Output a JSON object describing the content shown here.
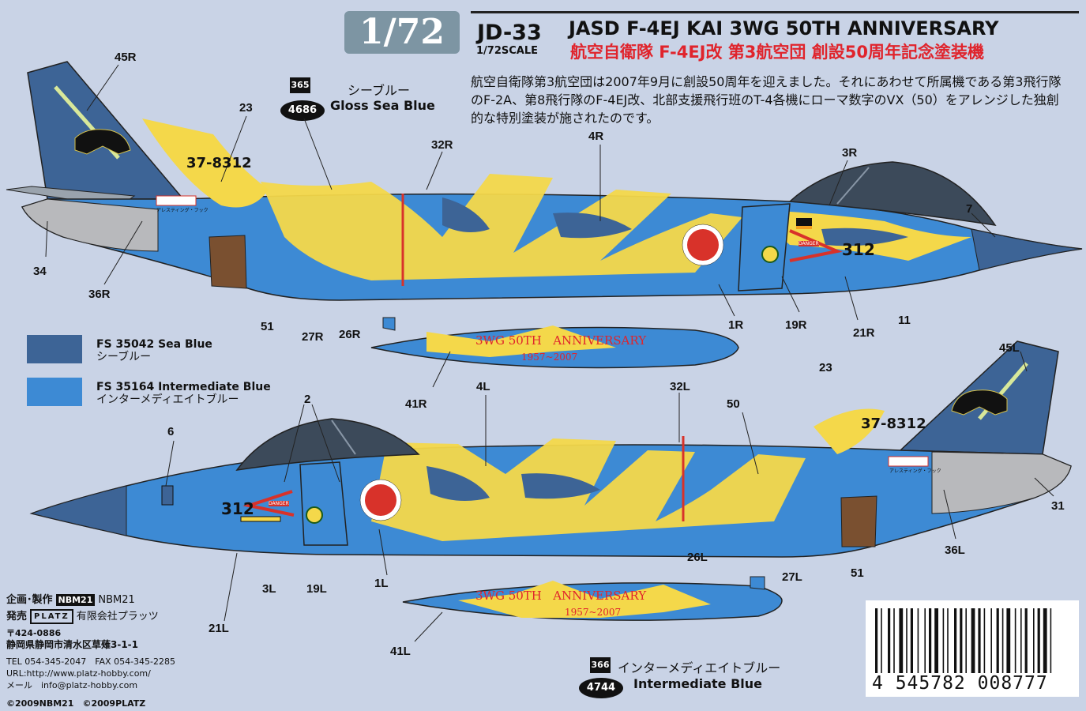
{
  "header": {
    "scale_badge": "1/72",
    "code": "JD-33",
    "code_scale": "1/72SCALE",
    "title_en": "JASD F-4EJ KAI 3WG 50TH ANNIVERSARY",
    "title_jp": "航空自衛隊 F-4EJ改 第3航空団 創設50周年記念塗装機"
  },
  "description": "航空自衛隊第3航空団は2007年9月に創設50周年を迎えました。それにあわせて所属機である第3飛行隊のF-2A、第8飛行隊のF-4EJ改、北部支援飛行班のT-4各機にローマ数字のVX（50）をアレンジした独創的な特別塗装が施されたのです。",
  "paints": {
    "top": {
      "num": "365",
      "code": "4686",
      "name_jp": "シーブルー",
      "name_en": "Gloss Sea Blue"
    },
    "bottom": {
      "num": "366",
      "code": "4744",
      "name_jp": "インターメディエイトブルー",
      "name_en": "Intermediate Blue"
    }
  },
  "swatches": [
    {
      "fs": "FS 35042  Sea Blue",
      "jp": "シーブルー",
      "color": "#3d6496"
    },
    {
      "fs": "FS 35164 Intermediate Blue",
      "jp": "インターメディエイトブルー",
      "color": "#3d8ad4"
    }
  ],
  "colors": {
    "sea_blue": "#3d6496",
    "intermediate_blue": "#3d8ad4",
    "yellow": "#f4d84a",
    "hinomaru": "#d8322a",
    "nose_gray": "#b8b9bc",
    "anniv_red": "#e0242c"
  },
  "aircraft_markings": {
    "serial": "37-8312",
    "nose_number": "312",
    "tank_text_1": "3WG 50TH   ANNIVERSARY",
    "tank_text_2": "1957~2007",
    "danger": "DANGER",
    "arresting": "アレスティング・フック"
  },
  "callouts_right": [
    "45R",
    "23",
    "32R",
    "4R",
    "3R",
    "7",
    "34",
    "36R",
    "51",
    "27R",
    "26R",
    "1R",
    "19R",
    "21R",
    "11",
    "41R"
  ],
  "callouts_left": [
    "45L",
    "23",
    "50",
    "4L",
    "32L",
    "2",
    "6",
    "31",
    "36L",
    "26L",
    "27L",
    "51",
    "3L",
    "19L",
    "1L",
    "21L",
    "41L"
  ],
  "footer": {
    "planning_label": "企画･製作",
    "planning_company": "NBM21",
    "sales_label": "発売",
    "sales_company": "有限会社プラッツ",
    "logo_nbm": "NBM21",
    "logo_platz": "PLATZ",
    "postal": "〒424-0886",
    "address": "静岡県静岡市清水区草薙3-1-1",
    "tel": "TEL 054-345-2047　FAX 054-345-2285",
    "url": "URL:http://www.platz-hobby.com/",
    "mail": "メール　info@platz-hobby.com",
    "copyright": "©2009NBM21　©2009PLATZ"
  },
  "barcode": "4 545782 008777"
}
